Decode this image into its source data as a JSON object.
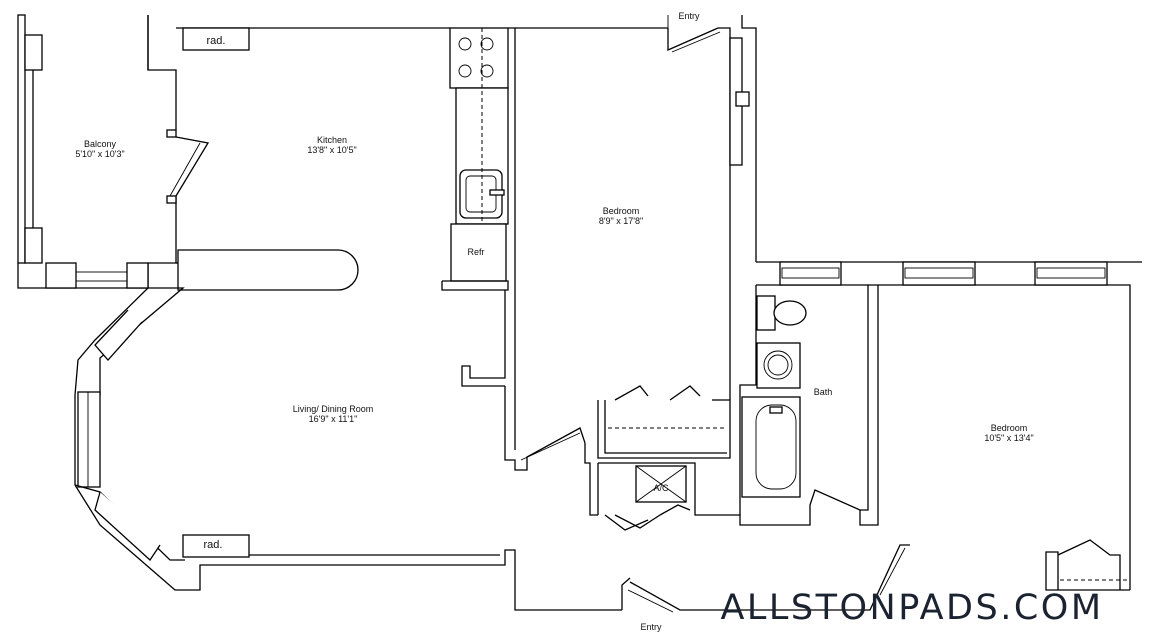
{
  "rooms": {
    "balcony": {
      "name": "Balcony",
      "size": "5'10\" x 10'3\""
    },
    "kitchen": {
      "name": "Kitchen",
      "size": "13'8\" x 10'5\""
    },
    "bedroom1": {
      "name": "Bedroom",
      "size": "8'9\" x 17'8\""
    },
    "living": {
      "name": "Living/ Dining Room",
      "size": "16'9\" x 11'1\""
    },
    "bath": {
      "name": "Bath"
    },
    "bedroom2": {
      "name": "Bedroom",
      "size": "10'5\" x 13'4\""
    }
  },
  "labels": {
    "entry_top": "Entry",
    "entry_bottom": "Entry",
    "rad_top": "rad.",
    "rad_bottom": "rad.",
    "refrigerator": "Refr",
    "ac": "A/C"
  },
  "watermark": "ALLSTONPADS.COM",
  "colors": {
    "line": "#000000",
    "watermark": "#1b2230"
  }
}
